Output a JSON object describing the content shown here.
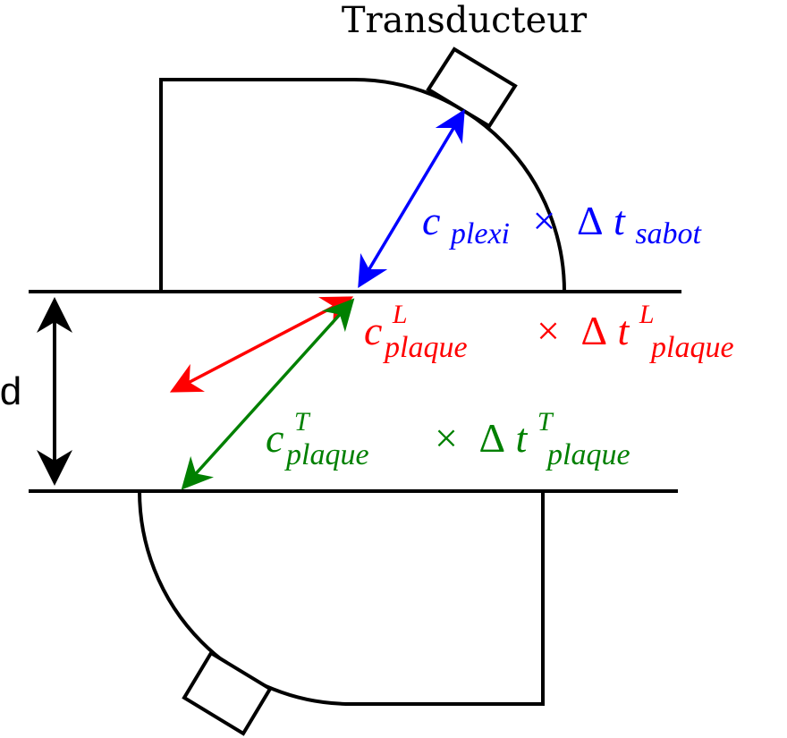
{
  "labels": {
    "transducer": "Transducteur",
    "thickness": "d"
  },
  "equations": {
    "plexi": {
      "c": "c",
      "sub": "plexi",
      "times": "×",
      "delta": "Δ",
      "t": "t",
      "t_sub": "sabot",
      "color": "#0000ff"
    },
    "longitudinal": {
      "c": "c",
      "sup": "L",
      "sub": "plaque",
      "times": "×",
      "delta": "Δ",
      "t": "t",
      "t_sup": "L",
      "t_sub": "plaque",
      "color": "#ff0000"
    },
    "transverse": {
      "c": "c",
      "sup": "T",
      "sub": "plaque",
      "times": "×",
      "delta": "Δ",
      "t": "t",
      "t_sup": "T",
      "t_sub": "plaque",
      "color": "#008000"
    }
  },
  "colors": {
    "outline": "#000000",
    "plexi_arrow": "#0000ff",
    "longitudinal_arrow": "#ff0000",
    "transverse_arrow": "#008000"
  }
}
